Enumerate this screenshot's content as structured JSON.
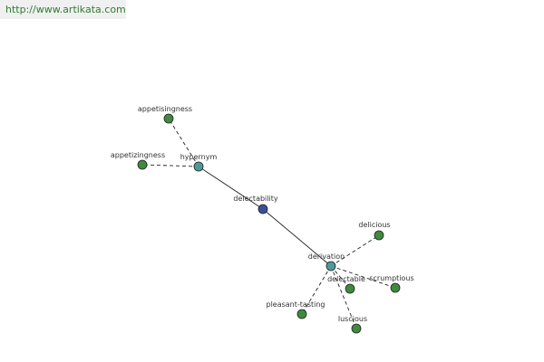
{
  "watermark": {
    "text": "http://www.artikata.com"
  },
  "colors": {
    "center_node": "#3a4f9c",
    "relation_node": "#4c9a9a",
    "leaf_node": "#3f8a3f",
    "watermark_bg": "#f0f0f0",
    "watermark_text": "#2e7d32"
  },
  "graph": {
    "center": {
      "label": "delectability",
      "kind": "center"
    },
    "relations": [
      {
        "label": "hypernym",
        "kind": "relation",
        "terms": [
          "appetisingness",
          "appetizingness"
        ]
      },
      {
        "label": "derivation",
        "kind": "relation",
        "terms": [
          "delicious",
          "scrumptious",
          "delectable",
          "luscious",
          "pleasant-tasting"
        ]
      }
    ]
  }
}
